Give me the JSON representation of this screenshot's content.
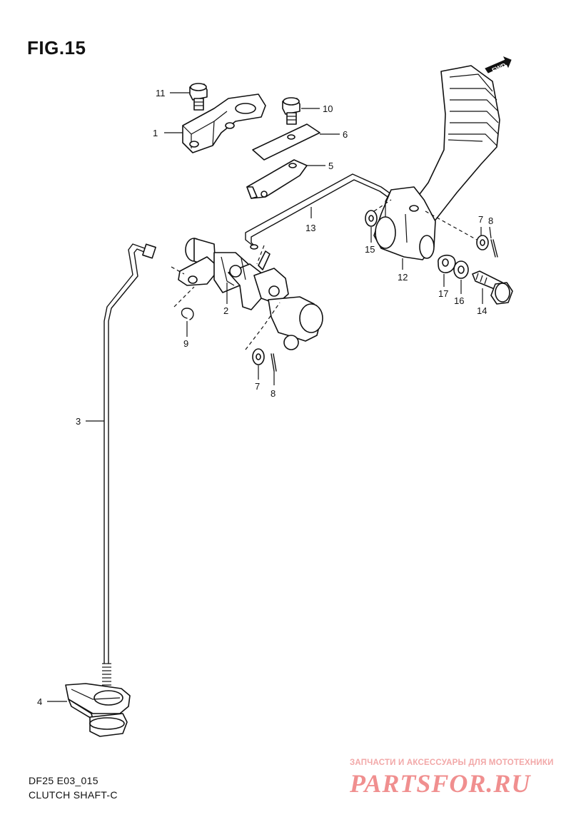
{
  "figure": {
    "title": "FIG.15",
    "caption_line1": "DF25 E03_015",
    "caption_line2": "CLUTCH SHAFT-C",
    "direction_tag": "FWD"
  },
  "callouts": [
    {
      "id": "c1",
      "number": "1"
    },
    {
      "id": "c2",
      "number": "2"
    },
    {
      "id": "c3",
      "number": "3"
    },
    {
      "id": "c4",
      "number": "4"
    },
    {
      "id": "c5",
      "number": "5"
    },
    {
      "id": "c6",
      "number": "6"
    },
    {
      "id": "c7a",
      "number": "7"
    },
    {
      "id": "c7b",
      "number": "7"
    },
    {
      "id": "c8a",
      "number": "8"
    },
    {
      "id": "c8b",
      "number": "8"
    },
    {
      "id": "c9",
      "number": "9"
    },
    {
      "id": "c10",
      "number": "10"
    },
    {
      "id": "c11",
      "number": "11"
    },
    {
      "id": "c12",
      "number": "12"
    },
    {
      "id": "c13",
      "number": "13"
    },
    {
      "id": "c14",
      "number": "14"
    },
    {
      "id": "c15",
      "number": "15"
    },
    {
      "id": "c16",
      "number": "16"
    },
    {
      "id": "c17",
      "number": "17"
    }
  ],
  "watermark": {
    "tagline": "ЗАПЧАСТИ И АКСЕССУАРЫ ДЛЯ МОТОТЕХНИКИ",
    "logo": "PARTSFOR.RU"
  }
}
